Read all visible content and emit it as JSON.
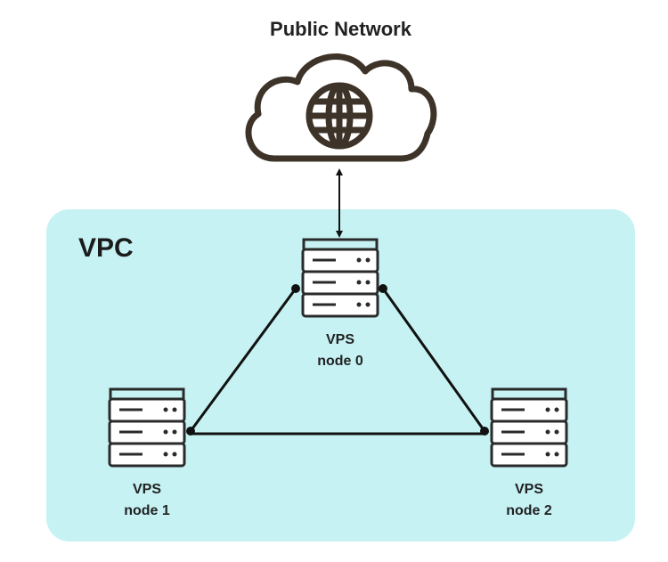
{
  "title": "Public Network",
  "vpc": {
    "label": "VPC",
    "color": "#c6f2f4"
  },
  "colors": {
    "cloud_stroke": "#3d3328",
    "line": "#111111"
  },
  "icons": [
    "cloud-icon",
    "globe-icon",
    "server-icon"
  ],
  "nodes": [
    {
      "type": "VPS",
      "name": "node 0"
    },
    {
      "type": "VPS",
      "name": "node 1"
    },
    {
      "type": "VPS",
      "name": "node 2"
    }
  ]
}
